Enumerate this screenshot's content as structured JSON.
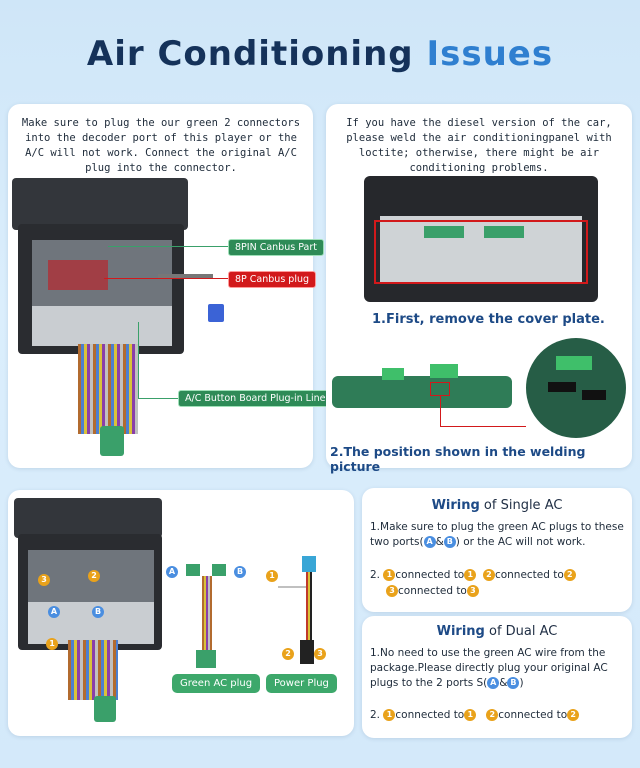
{
  "title": {
    "part1": "Air Conditioning",
    "part2": "Issues"
  },
  "card1": {
    "text": "Make sure to plug the our green 2 connectors into the decoder port of this player or the A/C will not work. Connect the original A/C plug into the connector.",
    "label_8pin": "8PIN Canbus Part",
    "label_8p": "8P Canbus plug",
    "label_ac": "A/C Button Board Plug-in Line"
  },
  "card2": {
    "text": "If you have the diesel version of the car, please weld the air conditioningpanel with loctite; otherwise, there might be air conditioning problems.",
    "step1": "1.First, remove the cover plate.",
    "step2": "2.The position shown in the welding picture"
  },
  "card3": {
    "green_ac_plug": "Green AC plug",
    "power_plug": "Power Plug",
    "badges": {
      "a": "A",
      "b": "B",
      "one": "1",
      "two": "2",
      "three": "3"
    }
  },
  "single_ac": {
    "title_bold": "Wiring",
    "title_rest": " of Single AC",
    "line1_pre": "1.Make sure to plug the green AC plugs to these two ports(",
    "line1_amp": "&",
    "line1_post": ") or the AC will not work.",
    "line2_num": "2.",
    "conn1": "connected to",
    "conn2": "connected to",
    "conn3": "connected to"
  },
  "dual_ac": {
    "title_bold": "Wiring",
    "title_rest": " of Dual AC",
    "line1_pre": "1.No need to use the green AC wire from the package.Please directly plug your original AC plugs to the 2 ports S(",
    "line1_amp": "&",
    "line1_post": ")",
    "line2_num": "2.",
    "conn1": "connected to",
    "conn2": "connected to"
  },
  "colors": {
    "accent": "#2f7fd0",
    "navy": "#15325a",
    "green": "#3da86b",
    "red": "#d2191b",
    "gold": "#e9a21b",
    "blue_badge": "#4a8ee0"
  }
}
